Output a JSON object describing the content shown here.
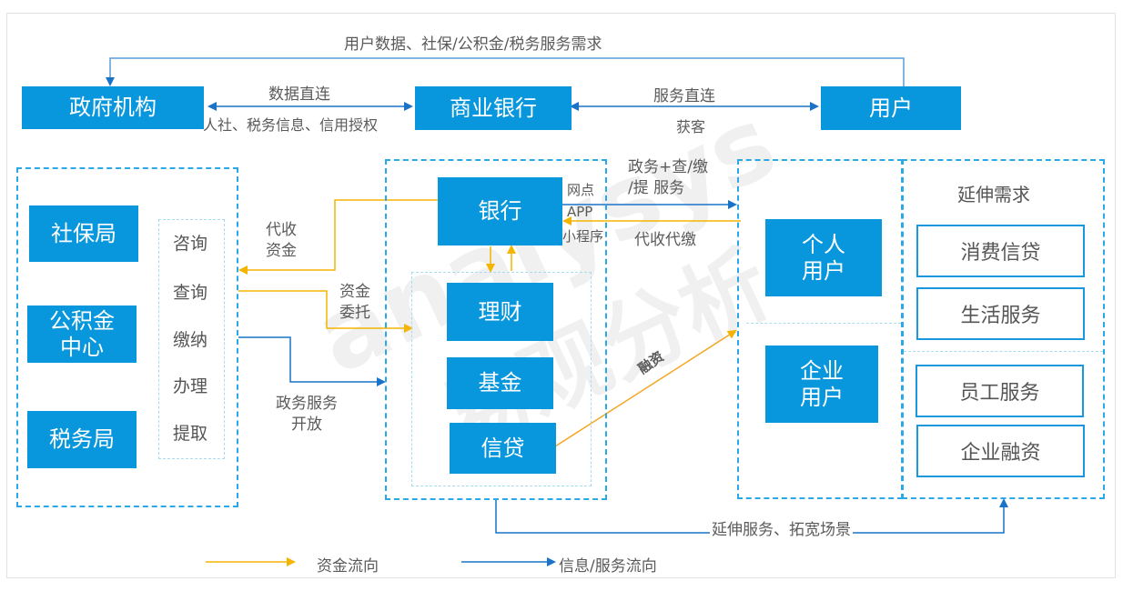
{
  "top": {
    "gov": "政府机构",
    "bank": "商业银行",
    "user": "用户",
    "top_arrow_label": "用户数据、社保/公积金/税务服务需求",
    "gov_bank_top": "数据直连",
    "gov_bank_bottom": "人社、税务信息、信用授权",
    "bank_user_top": "服务直连",
    "bank_user_bottom": "获客"
  },
  "gov_panel": {
    "agencies": [
      "社保局",
      "公积金\n中心",
      "税务局"
    ],
    "actions": [
      "咨询",
      "查询",
      "缴纳",
      "办理",
      "提取"
    ]
  },
  "flow_labels": {
    "collect_funds": "代收\n资金",
    "entrust_funds": "资金\n委托",
    "gov_service_open": "政务服务\n开放",
    "channels": [
      "网点",
      "APP",
      "小程序"
    ],
    "to_user_service": "政务+查/缴\n/提 服务",
    "collect_pay": "代收代缴",
    "financing": "融资",
    "extend": "延伸服务、拓宽场景"
  },
  "bank_panel": {
    "bank": "银行",
    "products": [
      "理财",
      "基金",
      "信贷"
    ]
  },
  "user_panel": {
    "personal": "个人\n用户",
    "enterprise": "企业\n用户"
  },
  "demand_panel": {
    "title": "延伸需求",
    "personal_items": [
      "消费信贷",
      "生活服务"
    ],
    "enterprise_items": [
      "员工服务",
      "企业融资"
    ]
  },
  "legend": {
    "fund_flow": "资金流向",
    "info_flow": "信息/服务流向",
    "fund_color": "#f5b400",
    "info_color": "#1a73c9"
  },
  "watermark": {
    "brand_en": "analysys",
    "brand_cn": "易观分析"
  }
}
